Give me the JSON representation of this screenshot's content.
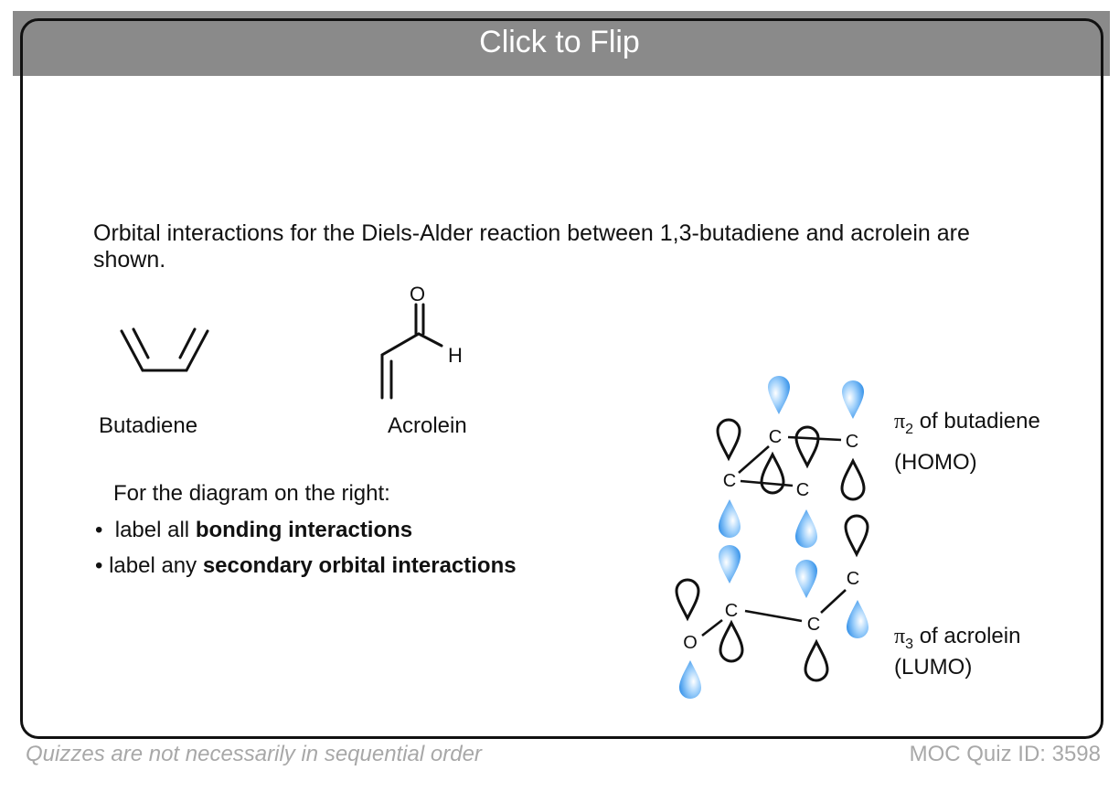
{
  "header": {
    "flip_label": "Click to Flip"
  },
  "question": {
    "text": "Orbital interactions for the Diels-Alder reaction between 1,3-butadiene and acrolein are shown.",
    "molecules": [
      {
        "name": "Butadiene"
      },
      {
        "name": "Acrolein",
        "atoms": [
          "O",
          "H"
        ]
      }
    ],
    "prompt": "For the diagram on the right:",
    "bullets": [
      {
        "bullet": "•",
        "prefix": "label all ",
        "bold": "bonding interactions"
      },
      {
        "bullet": "•",
        "prefix": "label any ",
        "bold": "secondary orbital interactions"
      }
    ]
  },
  "diagram": {
    "homo": {
      "pi": "π",
      "sub": "2",
      "label": " of butadiene",
      "tag": "(HOMO)"
    },
    "lumo": {
      "pi": "π",
      "sub": "3",
      "label": " of acrolein",
      "tag": "(LUMO)"
    },
    "atom_labels": [
      "C",
      "C",
      "C",
      "C",
      "C",
      "C",
      "C",
      "O"
    ],
    "colors": {
      "lobe_blue": "#4aa3f0",
      "lobe_outline": "#111111"
    }
  },
  "footer": {
    "note": "Quizzes are not necessarily in sequential order",
    "quiz_id": "MOC Quiz ID: 3598"
  }
}
